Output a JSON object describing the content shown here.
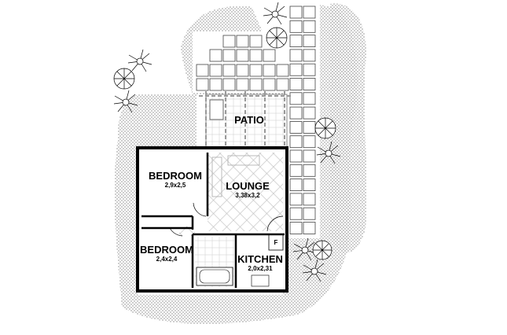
{
  "rooms": {
    "patio": {
      "name": "PATIO"
    },
    "bedroom1": {
      "name": "BEDROOM",
      "size": "2,9x2,5"
    },
    "lounge": {
      "name": "LOUNGE",
      "size": "3,38x3,2"
    },
    "bedroom2": {
      "name": "BEDROOM",
      "size": "2,4x2,4"
    },
    "kitchen": {
      "name": "KITCHEN",
      "size": "2,0x2,31",
      "fridge": "F"
    }
  },
  "colors": {
    "line": "#000000",
    "stipple": "#555555",
    "tile": "#444444"
  }
}
